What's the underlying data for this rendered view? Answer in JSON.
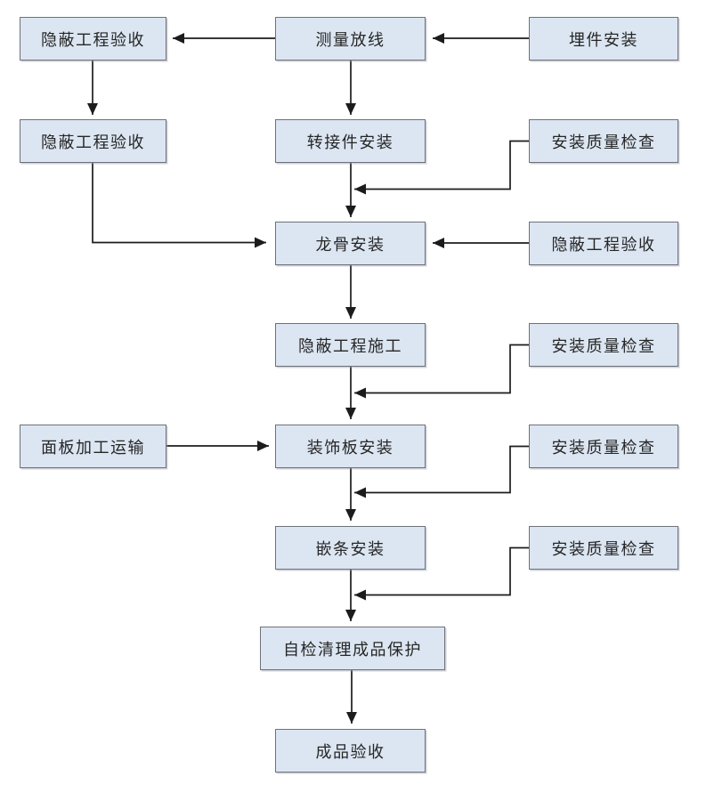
{
  "diagram": {
    "type": "flowchart",
    "colors": {
      "background": "#ffffff",
      "node_fill": "#dce6f2",
      "node_border": "#6e7179",
      "line": "#1c1c1c",
      "text": "#262626"
    },
    "nodes": [
      {
        "id": "hidden-acceptance-1",
        "label": "隐蔽工程验收"
      },
      {
        "id": "survey-layout",
        "label": "测量放线"
      },
      {
        "id": "embedded-parts-install",
        "label": "埋件安装"
      },
      {
        "id": "hidden-acceptance-2",
        "label": "隐蔽工程验收"
      },
      {
        "id": "adapter-install",
        "label": "转接件安装"
      },
      {
        "id": "install-quality-check-1",
        "label": "安装质量检查"
      },
      {
        "id": "keel-install",
        "label": "龙骨安装"
      },
      {
        "id": "hidden-acceptance-3",
        "label": "隐蔽工程验收"
      },
      {
        "id": "hidden-works-construction",
        "label": "隐蔽工程施工"
      },
      {
        "id": "install-quality-check-2",
        "label": "安装质量检查"
      },
      {
        "id": "panel-processing-transport",
        "label": "面板加工运输"
      },
      {
        "id": "decorative-panel-install",
        "label": "装饰板安装"
      },
      {
        "id": "install-quality-check-3",
        "label": "安装质量检查"
      },
      {
        "id": "strip-install",
        "label": "嵌条安装"
      },
      {
        "id": "install-quality-check-4",
        "label": "安装质量检查"
      },
      {
        "id": "self-check-cleanup-protection",
        "label": "自检清理成品保护"
      },
      {
        "id": "finished-product-acceptance",
        "label": "成品验收"
      }
    ],
    "edges": [
      {
        "from": "embedded-parts-install",
        "to": "survey-layout"
      },
      {
        "from": "survey-layout",
        "to": "hidden-acceptance-1"
      },
      {
        "from": "hidden-acceptance-1",
        "to": "hidden-acceptance-2"
      },
      {
        "from": "survey-layout",
        "to": "adapter-install"
      },
      {
        "from": "adapter-install",
        "to": "keel-install"
      },
      {
        "from": "install-quality-check-1",
        "to": "keel-install"
      },
      {
        "from": "hidden-acceptance-2",
        "to": "keel-install"
      },
      {
        "from": "hidden-acceptance-3",
        "to": "keel-install"
      },
      {
        "from": "keel-install",
        "to": "hidden-works-construction"
      },
      {
        "from": "hidden-works-construction",
        "to": "decorative-panel-install"
      },
      {
        "from": "install-quality-check-2",
        "to": "decorative-panel-install"
      },
      {
        "from": "panel-processing-transport",
        "to": "decorative-panel-install"
      },
      {
        "from": "decorative-panel-install",
        "to": "strip-install"
      },
      {
        "from": "install-quality-check-3",
        "to": "strip-install"
      },
      {
        "from": "strip-install",
        "to": "self-check-cleanup-protection"
      },
      {
        "from": "install-quality-check-4",
        "to": "self-check-cleanup-protection"
      },
      {
        "from": "self-check-cleanup-protection",
        "to": "finished-product-acceptance"
      }
    ]
  }
}
